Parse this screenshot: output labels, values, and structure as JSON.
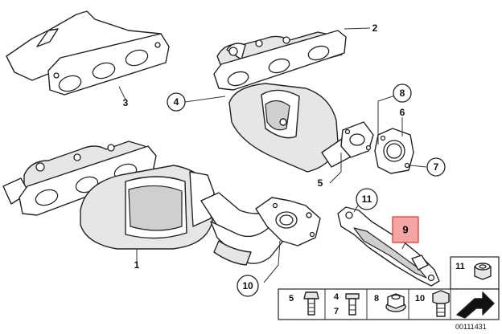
{
  "callouts": {
    "c1": "1",
    "c2": "2",
    "c3": "3",
    "c4": "4",
    "c5": "5",
    "c6": "6",
    "c7": "7",
    "c8": "8",
    "c9": "9",
    "c10": "10",
    "c11": "11"
  },
  "parts_table": {
    "cell_5": "5",
    "cell_4": "4",
    "cell_7": "7",
    "cell_8": "8",
    "cell_10": "10",
    "cell_11": "11"
  },
  "diagram_number": "00111431",
  "colors": {
    "highlight_fill": "#f4a6a6",
    "highlight_stroke": "#d33333"
  }
}
